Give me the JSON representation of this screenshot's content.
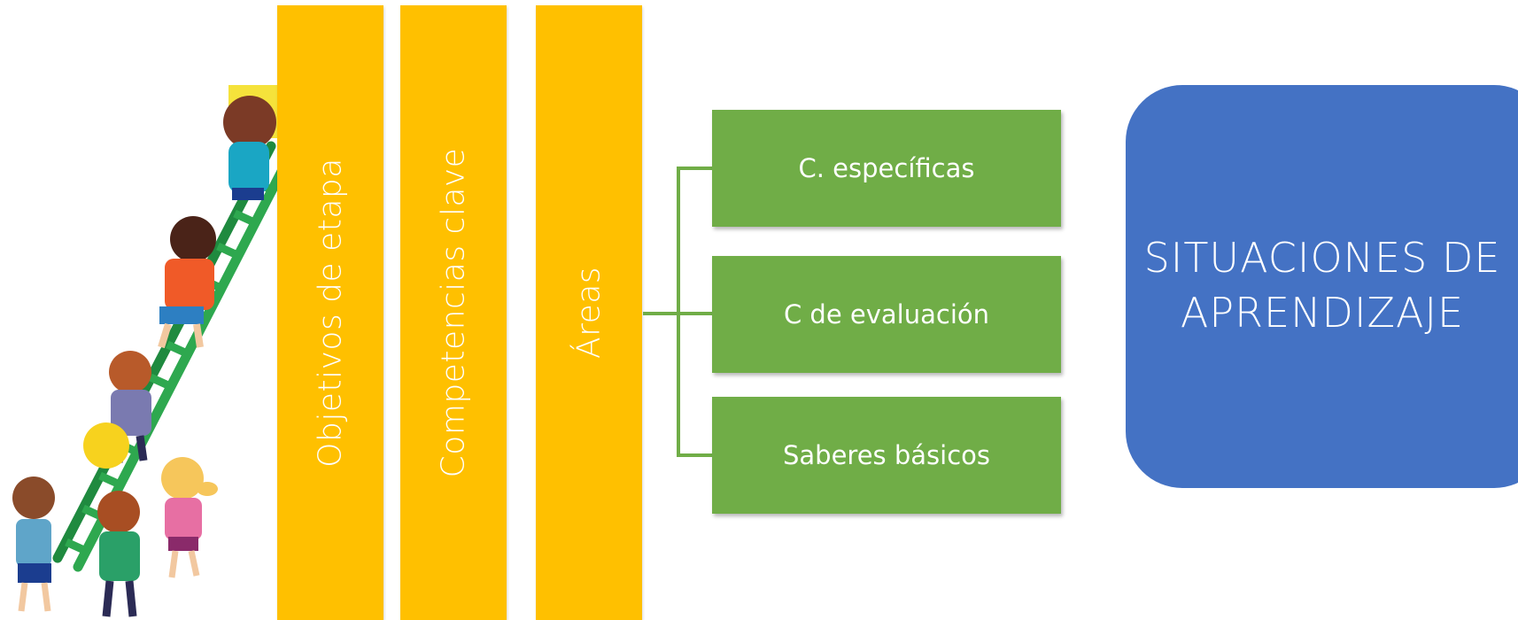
{
  "pillars": [
    {
      "label": "Objetivos de etapa"
    },
    {
      "label": "Competencias clave"
    },
    {
      "label": "Áreas"
    }
  ],
  "branches": [
    {
      "label": "C. específicas"
    },
    {
      "label": "C de evaluación"
    },
    {
      "label": "Saberes básicos"
    }
  ],
  "target": {
    "line1": "SITUACIONES DE",
    "line2": "APRENDIZAJE"
  },
  "colors": {
    "pillar": "#FFC000",
    "branch": "#70AD47",
    "target": "#4472C4"
  },
  "illustration": "children-climbing-ladder"
}
